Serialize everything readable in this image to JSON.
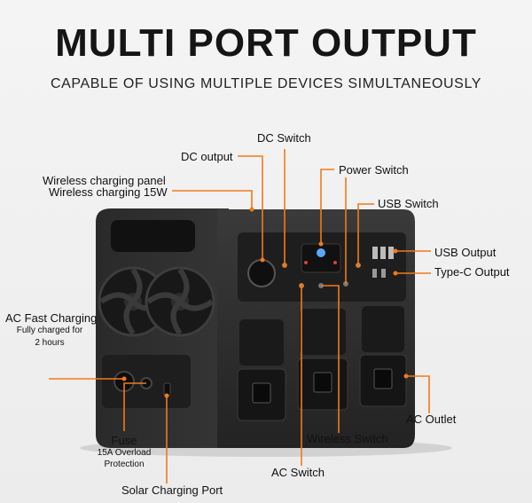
{
  "header": {
    "title": "MULTI PORT OUTPUT",
    "subtitle": "CAPABLE OF USING MULTIPLE DEVICES SIMULTANEOUSLY"
  },
  "labels": {
    "dc_switch": "DC Switch",
    "dc_output": "DC output",
    "power_switch": "Power Switch",
    "wireless_panel": "Wireless charging panel",
    "wireless_15w": "Wireless charging 15W",
    "usb_switch": "USB Switch",
    "usb_output": "USB Output",
    "type_c_output": "Type-C Output",
    "ac_fast_charging": "AC Fast Charging",
    "fully_charged_1": "Fully charged for",
    "fully_charged_2": "2 hours",
    "ac_outlet": "AC Outlet",
    "wireless_switch": "Wireless Switch",
    "fuse": "Fuse",
    "fuse_overload": "15A Overload",
    "fuse_protection": "Protection",
    "ac_switch": "AC Switch",
    "solar_port": "Solar Charging Port"
  },
  "colors": {
    "callout": "#f07a1a",
    "device_body": "#2c2c2c",
    "device_dark": "#1d1d1d"
  }
}
